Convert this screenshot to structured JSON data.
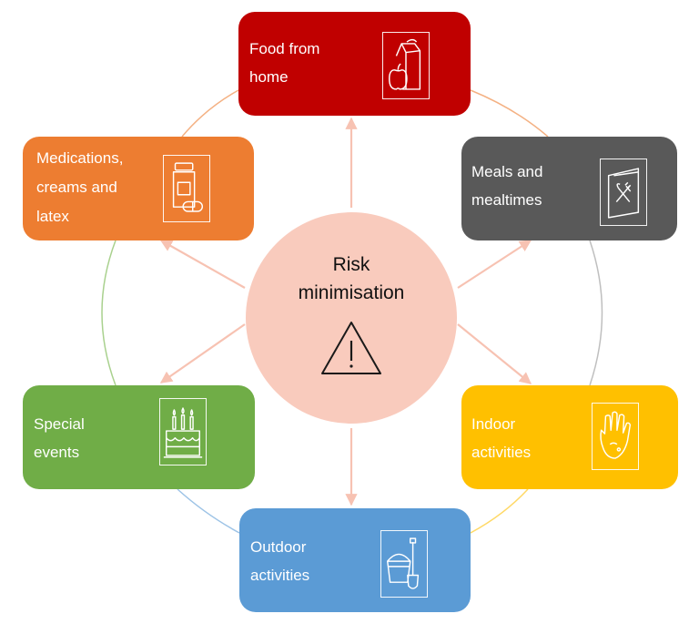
{
  "diagram": {
    "center": {
      "label": "Risk\nminimisation",
      "color": "#f9cbbd",
      "icon": "warning-icon"
    },
    "connector_color": "#f7c2b2",
    "ring_segments": [
      {
        "name": "food-to-meals",
        "color": "#f4b183"
      },
      {
        "name": "meals-to-indoor",
        "color": "#bfbfbf"
      },
      {
        "name": "indoor-to-outdoor",
        "color": "#ffd966"
      },
      {
        "name": "outdoor-to-special",
        "color": "#9dc3e6"
      },
      {
        "name": "special-to-meds",
        "color": "#a9d18e"
      },
      {
        "name": "meds-to-food",
        "color": "#f4b183"
      }
    ],
    "nodes": [
      {
        "id": "food",
        "label": "Food from\nhome",
        "color": "#c00000",
        "icon": "lunch-bag-apple-icon"
      },
      {
        "id": "meals",
        "label": "Meals and\nmealtimes",
        "color": "#595959",
        "icon": "menu-fork-knife-icon"
      },
      {
        "id": "indoor",
        "label": "Indoor\nactivities",
        "color": "#ffc000",
        "icon": "hand-print-icon"
      },
      {
        "id": "outdoor",
        "label": "Outdoor\nactivities",
        "color": "#5b9bd5",
        "icon": "bucket-spade-icon"
      },
      {
        "id": "special",
        "label": "Special\nevents",
        "color": "#70ad47",
        "icon": "birthday-cake-icon"
      },
      {
        "id": "meds",
        "label": "Medications,\ncreams and\nlatex",
        "color": "#ed7d31",
        "icon": "medicine-bottle-icon"
      }
    ]
  }
}
